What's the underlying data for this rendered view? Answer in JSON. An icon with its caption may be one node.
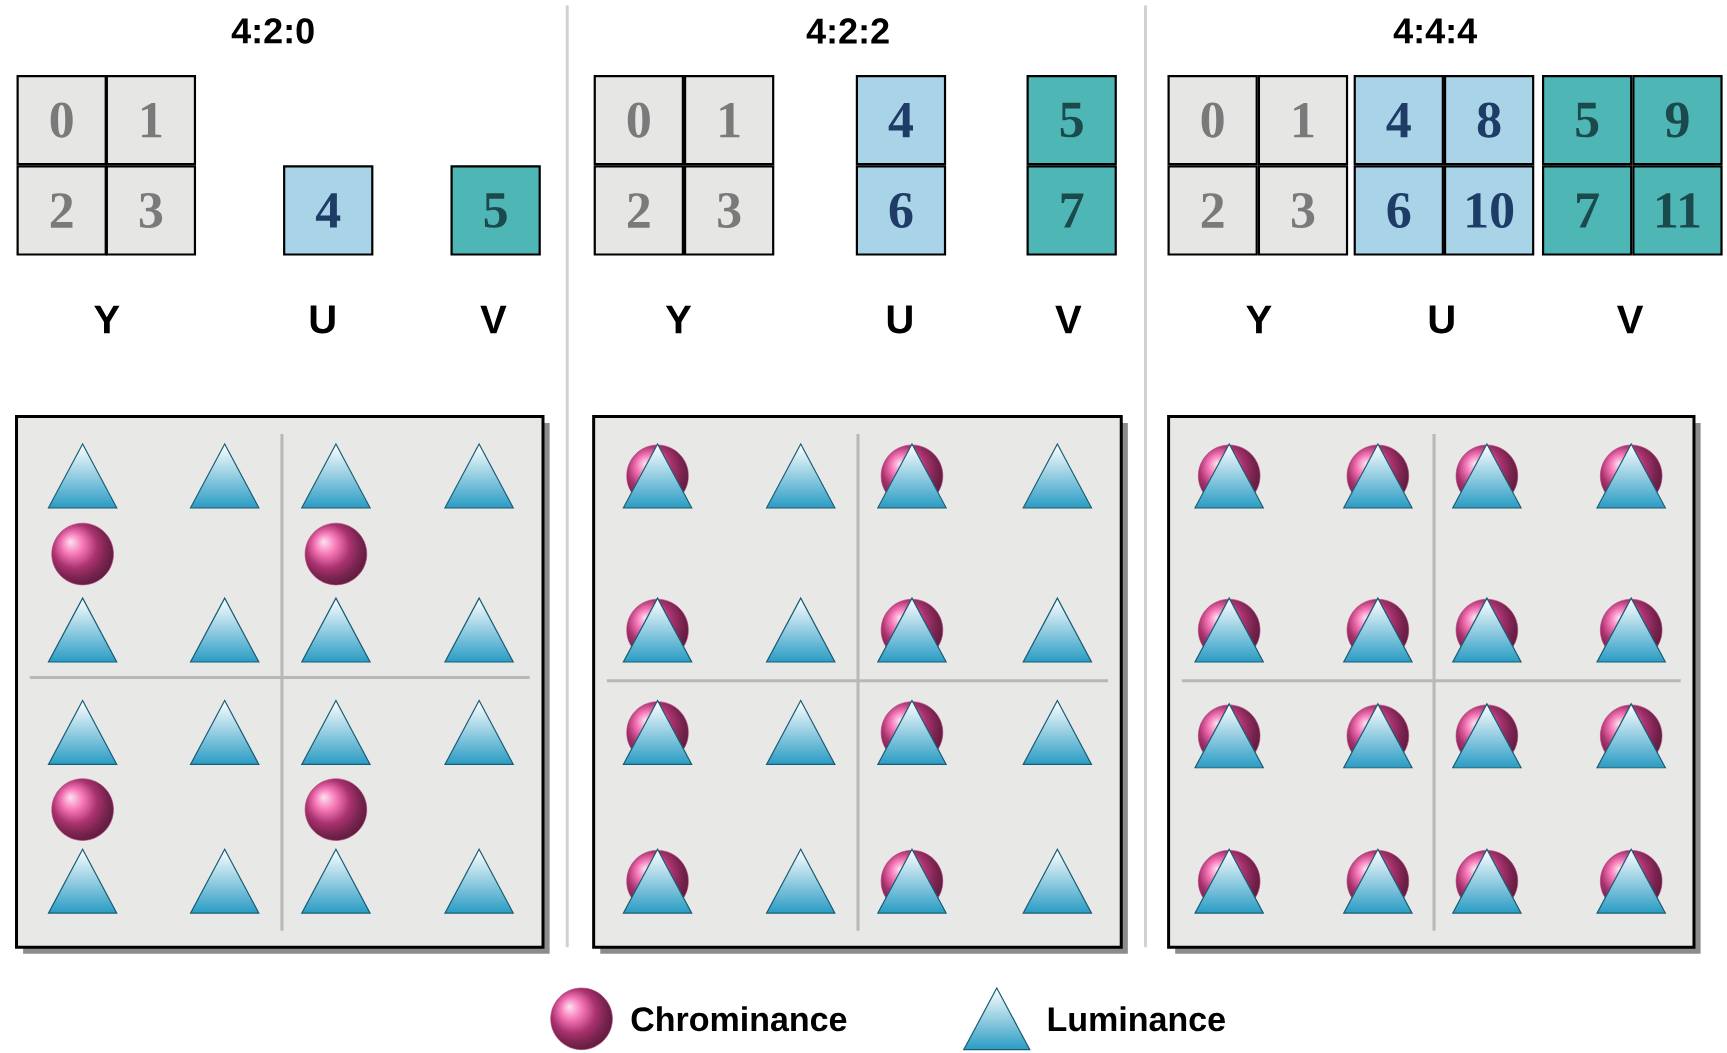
{
  "diagram": {
    "nodes": [
      {
        "text": [
          "0"
        ]
      },
      {
        "text": [
          "1"
        ]
      },
      {
        "text": [
          "2"
        ]
      },
      {
        "text": [
          "3"
        ]
      },
      {
        "text": [
          "4"
        ]
      },
      {
        "text": [
          "5"
        ]
      },
      {
        "text": [
          "0"
        ]
      },
      {
        "text": [
          "1"
        ]
      },
      {
        "text": [
          "2"
        ]
      },
      {
        "text": [
          "3"
        ]
      },
      {
        "text": [
          "4"
        ]
      },
      {
        "text": [
          "6"
        ]
      },
      {
        "text": [
          "5"
        ]
      },
      {
        "text": [
          "7"
        ]
      },
      {
        "text": [
          "0"
        ]
      },
      {
        "text": [
          "1"
        ]
      },
      {
        "text": [
          "2"
        ]
      },
      {
        "text": [
          "3"
        ]
      },
      {
        "text": [
          "4"
        ]
      },
      {
        "text": [
          "8"
        ]
      },
      {
        "text": [
          "6"
        ]
      },
      {
        "text": [
          "10"
        ]
      },
      {
        "text": [
          "5"
        ]
      },
      {
        "text": [
          "9"
        ]
      },
      {
        "text": [
          "7"
        ]
      },
      {
        "text": [
          "11"
        ]
      }
    ],
    "labels": [
      "4:2:0",
      "4:2:2",
      "4:4:4",
      "Y",
      "U",
      "V",
      "Y",
      "U",
      "V",
      "Y",
      "U",
      "V"
    ],
    "legend": [
      {
        "text": "Chrominance"
      },
      {
        "text": "Luminance"
      }
    ]
  }
}
